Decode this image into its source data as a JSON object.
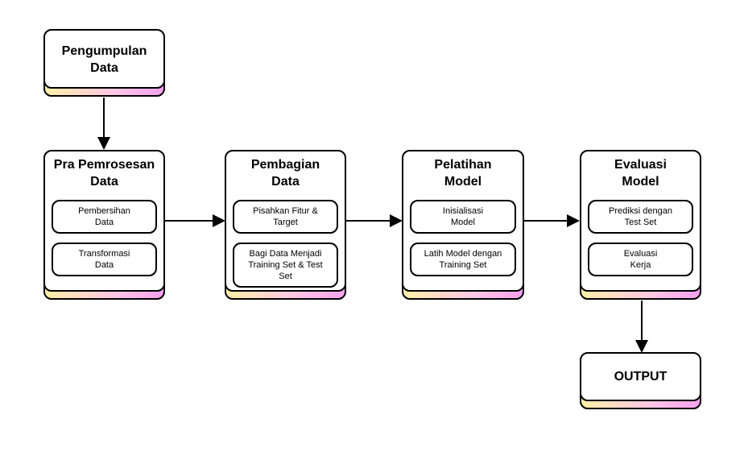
{
  "colors": {
    "stroke": "#000000",
    "shadow_left": "#ffefa8",
    "shadow_right": "#f4a1ee"
  },
  "nodes": {
    "pengumpulan": {
      "title": "Pengumpulan\nData"
    },
    "pra": {
      "title": "Pra Pemrosesan\nData",
      "items": [
        "Pembersihan\nData",
        "Transformasi\nData"
      ]
    },
    "pembagian": {
      "title": "Pembagian\nData",
      "items": [
        "Pisahkan Fitur &\nTarget",
        "Bagi Data Menjadi\nTraining Set & Test\nSet"
      ]
    },
    "pelatihan": {
      "title": "Pelatihan\nModel",
      "items": [
        "Inisialisasi\nModel",
        "Latih Model dengan\nTraining Set"
      ]
    },
    "evaluasi": {
      "title": "Evaluasi\nModel",
      "items": [
        "Prediksi dengan\nTest Set",
        "Evaluasi\nKerja"
      ]
    },
    "output": {
      "title": "OUTPUT"
    }
  }
}
